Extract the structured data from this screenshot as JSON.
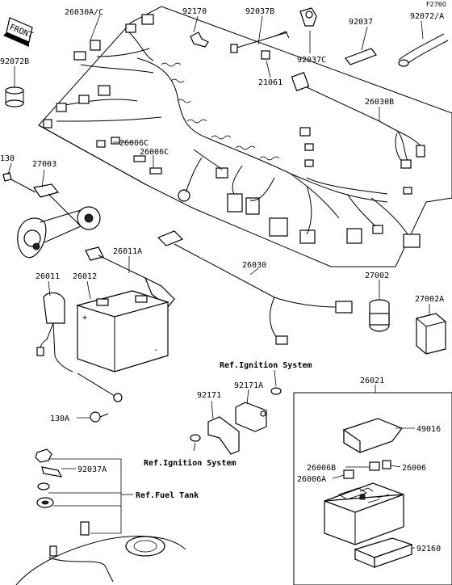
{
  "figure_id": "F2760",
  "front_label": "FRONT",
  "parts": {
    "p26030AC": "26030A/C",
    "p92072B": "92072B",
    "p92170": "92170",
    "p92037B": "92037B",
    "p92037": "92037",
    "p92072A": "92072/A",
    "p92037C": "92037C",
    "p21061": "21061",
    "p26030B": "26030B",
    "p26006C_1": "26006C",
    "p26006C_2": "26006C",
    "p130": "130",
    "p27003": "27003",
    "p26011A": "26011A",
    "p26030": "26030",
    "p26011": "26011",
    "p26012": "26012",
    "p27002": "27002",
    "p27002A": "27002A",
    "p92171A": "92171A",
    "p92171": "92171",
    "p130A": "130A",
    "p26021": "26021",
    "p49016": "49016",
    "p26006B": "26006B",
    "p26006": "26006",
    "p26006A": "26006A",
    "p92160": "92160",
    "p92037A": "92037A"
  },
  "refs": {
    "ign_top": "Ref.Ignition System",
    "ign_bottom": "Ref.Ignition System",
    "fuel": "Ref.Fuel Tank"
  }
}
